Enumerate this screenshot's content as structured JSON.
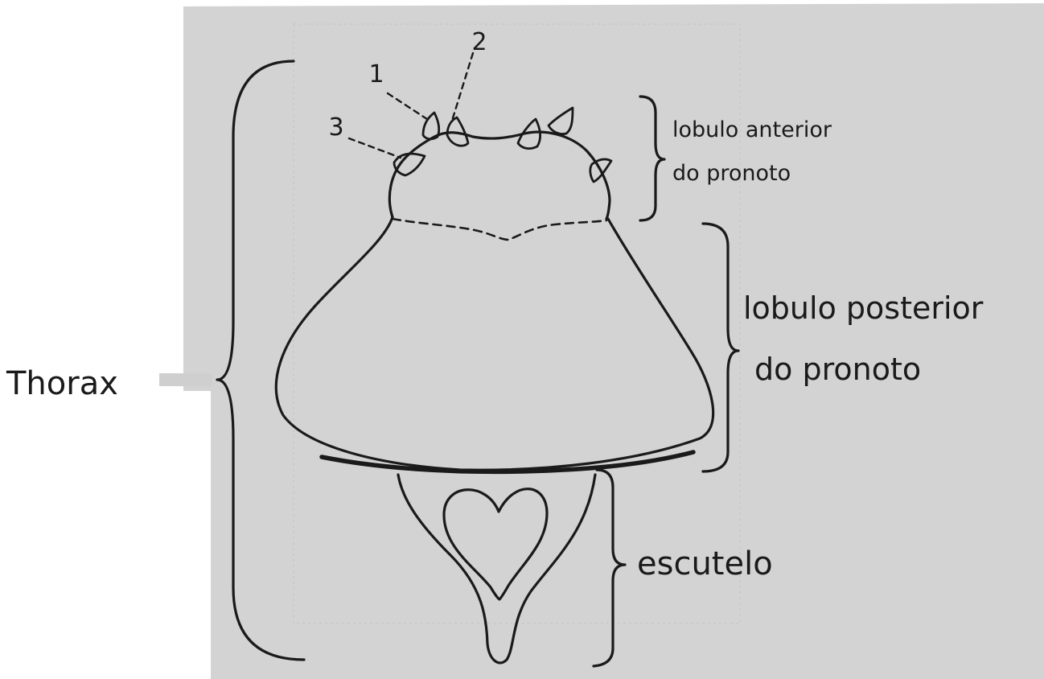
{
  "labels": {
    "thorax": "Thorax",
    "anterior_line1": "lobulo anterior",
    "anterior_line2": "do pronoto",
    "posterior_line1": "lobulo posterior",
    "posterior_line2": "do pronoto",
    "escutelo": "escutelo"
  },
  "callouts": [
    "1",
    "2",
    "3"
  ],
  "colors": {
    "paper": "#d3d3d3",
    "ink": "#1a1a1a",
    "background": "#ffffff"
  }
}
